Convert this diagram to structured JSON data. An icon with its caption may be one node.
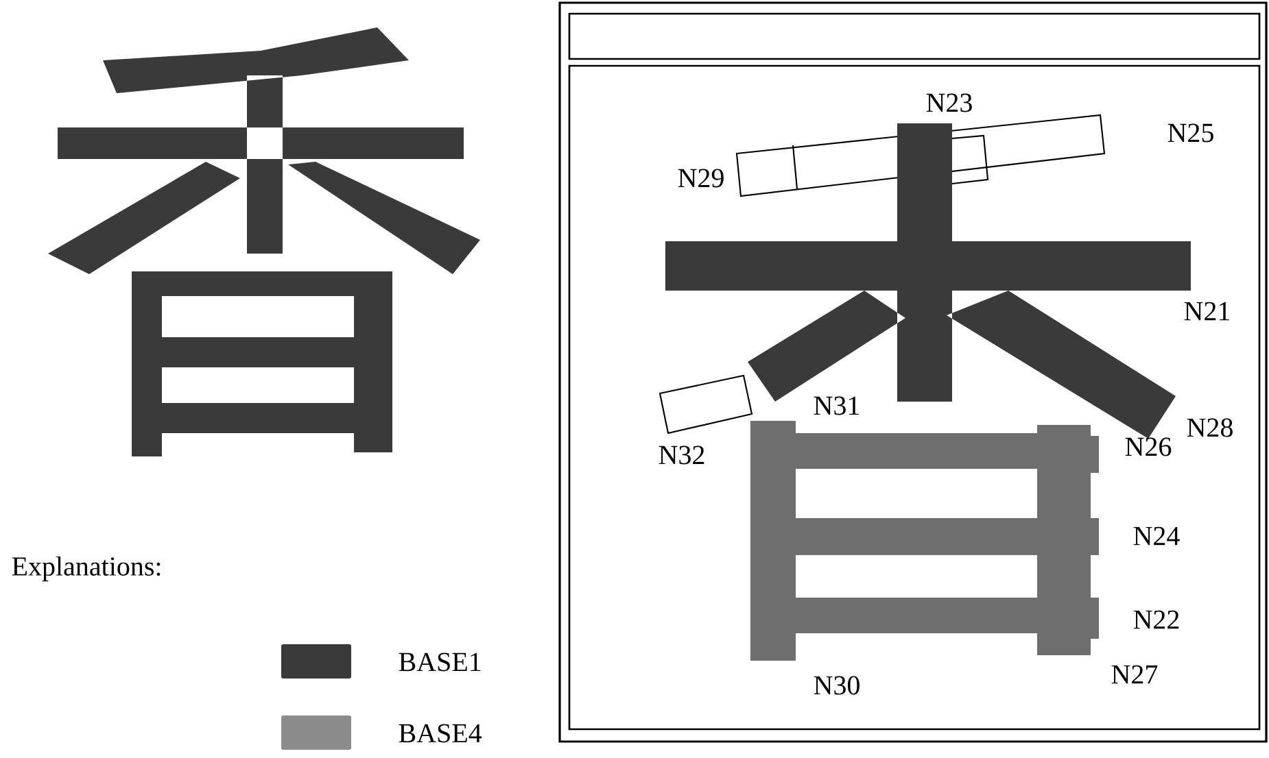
{
  "diagram": {
    "labels": [
      "Explanations:",
      "N23",
      "N25",
      "N29",
      "N21",
      "N31",
      "N32",
      "N28",
      "N26",
      "N24",
      "N22",
      "N30",
      "N27"
    ],
    "legend": [
      {
        "text": "BASE1",
        "color": "#3a3a3a"
      },
      {
        "text": "BASE4",
        "color": "#8c8c8c"
      }
    ]
  }
}
